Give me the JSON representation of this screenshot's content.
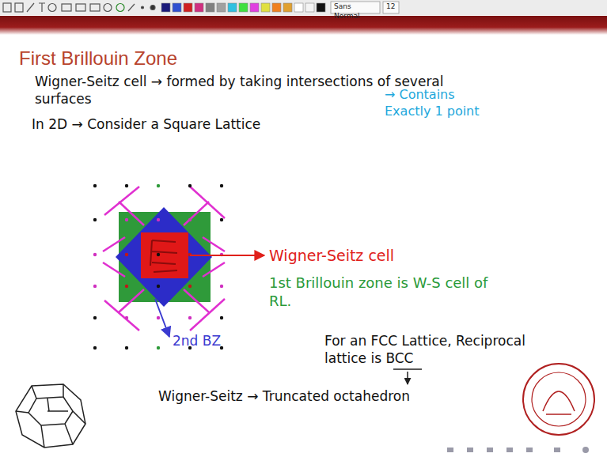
{
  "diagram": {
    "title": "First Brillouin Zone",
    "labels": [
      "Sans Normal",
      "12",
      "Wigner-Seitz cell → formed by taking intersections of several surfaces",
      "→ Contains Exactly 1 point",
      "In 2D → Consider a Square Lattice",
      "Wigner-Seitz cell",
      "1st Brillouin zone is W-S cell of RL.",
      "2nd BZ",
      "For an FCC Lattice, Reciprocal lattice is BCC",
      "Wigner-Seitz → Truncated octahedron"
    ]
  }
}
